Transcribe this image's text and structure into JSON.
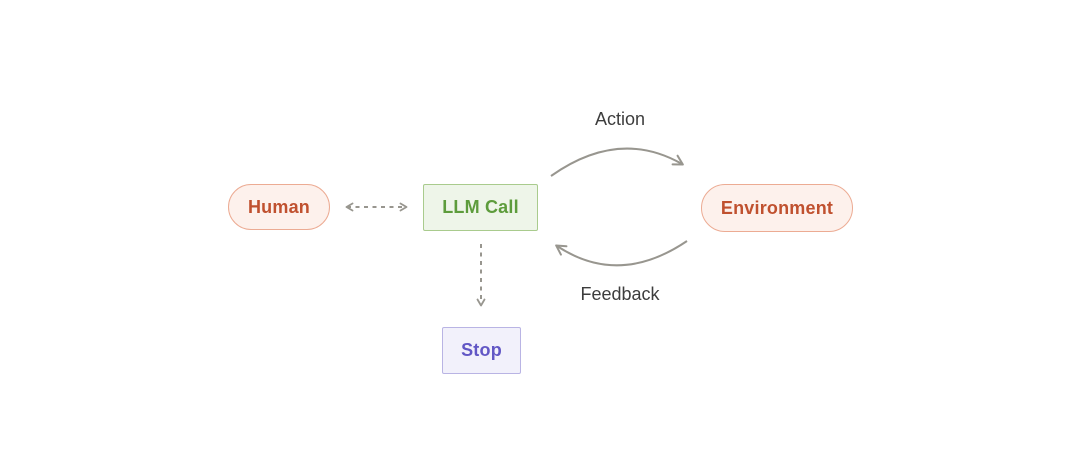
{
  "diagram": {
    "background": "#ffffff",
    "nodes": {
      "human": {
        "label": "Human",
        "shape": "pill",
        "bg": "#fdf1ec",
        "border": "#ecab93",
        "text": "#c0512f"
      },
      "llm_call": {
        "label": "LLM Call",
        "shape": "rect",
        "bg": "#eef5e9",
        "border": "#a9cb8d",
        "text": "#5d9c3c"
      },
      "environment": {
        "label": "Environment",
        "shape": "pill",
        "bg": "#fdf1ec",
        "border": "#ecab93",
        "text": "#c0512f"
      },
      "stop": {
        "label": "Stop",
        "shape": "rect",
        "bg": "#f2f1fb",
        "border": "#b9b4e4",
        "text": "#6257c5"
      }
    },
    "edges": {
      "action": {
        "label": "Action",
        "type": "curved-solid",
        "from": "llm_call",
        "to": "environment"
      },
      "feedback": {
        "label": "Feedback",
        "type": "curved-solid",
        "from": "environment",
        "to": "llm_call"
      },
      "human_llm": {
        "type": "dashed-bidirectional",
        "from": "human",
        "to": "llm_call"
      },
      "llm_stop": {
        "type": "dashed-single",
        "from": "llm_call",
        "to": "stop"
      }
    },
    "colors": {
      "arrow": "#98968f",
      "edge_label": "#3d3d3d"
    }
  }
}
